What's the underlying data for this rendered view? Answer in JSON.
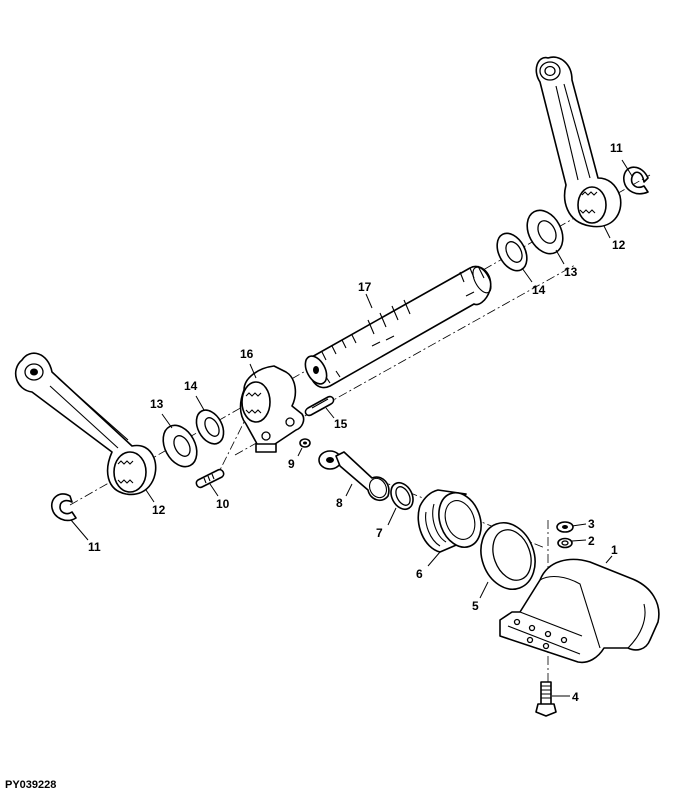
{
  "figure_id": "PY039228",
  "callouts": {
    "p1": "1",
    "p2": "2",
    "p3": "3",
    "p4": "4",
    "p5": "5",
    "p6": "6",
    "p7": "7",
    "p8": "8",
    "p9": "9",
    "p10": "10",
    "p11_right": "11",
    "p11_left": "11",
    "p12_right": "12",
    "p12_left": "12",
    "p13_right": "13",
    "p13_left": "13",
    "p14_right": "14",
    "p14_left": "14",
    "p15": "15",
    "p16": "16",
    "p17": "17"
  }
}
